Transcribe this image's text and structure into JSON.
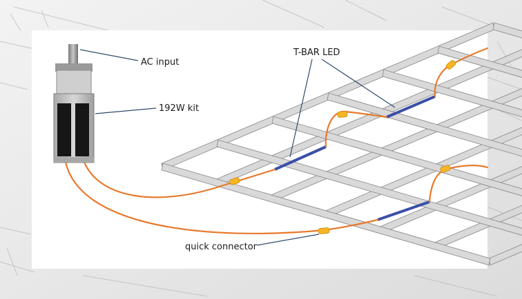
{
  "labels": {
    "ac_input": "AC input",
    "kit": "192W kit",
    "tbar_led": "T-BAR LED",
    "quick_connector": "quick connector"
  },
  "colors": {
    "cable": "#e8792b",
    "connector": "#f5b623",
    "led_strip": "#3b4fa8",
    "leader_line": "#2e4a6b",
    "grid_frame": "#d9d9d9",
    "grid_edge": "#8d8d8d",
    "driver_body": "#bdbdbd",
    "driver_panel": "#161616"
  }
}
